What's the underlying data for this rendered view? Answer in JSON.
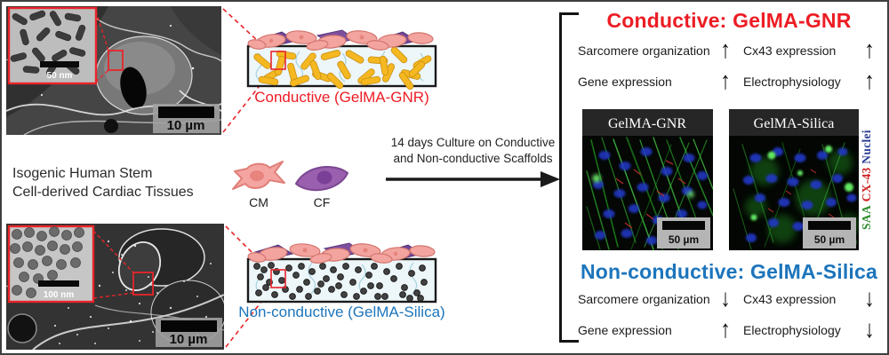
{
  "left_text": {
    "line1": "Isogenic Human Stem",
    "line2": "Cell-derived Cardiac Tissues"
  },
  "sem_top": {
    "inset_scale": "50 nm",
    "scale": "10 µm"
  },
  "sem_bottom": {
    "inset_scale": "100 nm",
    "scale": "10 µm"
  },
  "scaffold_top": {
    "label": "Conductive (GelMA-GNR)",
    "color": "#ed1c24"
  },
  "scaffold_bottom": {
    "label": "Non-conductive (GelMA-Silica)",
    "color": "#1c75bc"
  },
  "cells": {
    "cm": "CM",
    "cf": "CF"
  },
  "process_arrow": {
    "line1": "14 days Culture on Conductive",
    "line2": "and Non-conductive Scaffolds"
  },
  "conductive": {
    "title": "Conductive: GelMA-GNR",
    "color": "#ed1c24",
    "rows": [
      {
        "label": "Sarcomere organization",
        "arrow": "↑"
      },
      {
        "label": "Cx43 expression",
        "arrow": "↑"
      },
      {
        "label": "Gene expression",
        "arrow": "↑"
      },
      {
        "label": "Electrophysiology",
        "arrow": "↑"
      }
    ]
  },
  "nonconductive": {
    "title": "Non-conductive: GelMA-Silica",
    "color": "#1c75bc",
    "rows": [
      {
        "label": "Sarcomere organization",
        "arrow": "↓"
      },
      {
        "label": "Cx43 expression",
        "arrow": "↓"
      },
      {
        "label": "Gene expression",
        "arrow": "↑"
      },
      {
        "label": "Electrophysiology",
        "arrow": "↓"
      }
    ]
  },
  "micrographs": {
    "left": {
      "label": "GelMA-GNR",
      "scale": "50 µm"
    },
    "right": {
      "label": "GelMA-Silica",
      "scale": "50 µm"
    }
  },
  "stain_legend": [
    {
      "text": "SAA",
      "color": "#2e8b2e"
    },
    {
      "text": "CX-43",
      "color": "#cf2020"
    },
    {
      "text": "Nuclei",
      "color": "#2c3e94"
    }
  ]
}
